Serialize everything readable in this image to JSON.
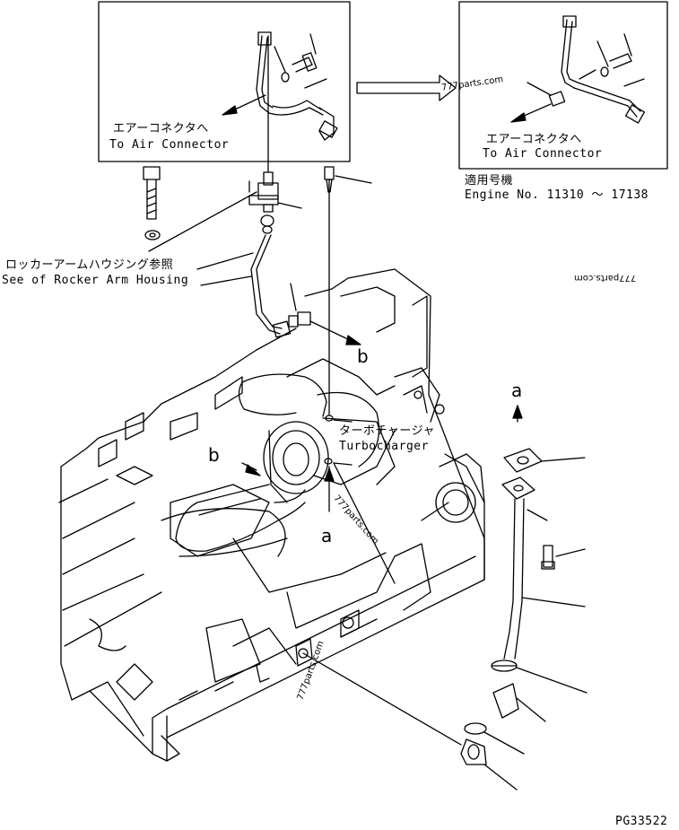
{
  "callouts": {
    "air_connector_ja_1": "エアーコネクタへ",
    "air_connector_en_1": "To Air Connector",
    "air_connector_ja_2": "エアーコネクタへ",
    "air_connector_en_2": "To Air Connector",
    "applicable_ja": "適用号機",
    "engine_no": "Engine No. 11310 〜 17138",
    "rocker_ja": "ロッカーアームハウジング参照",
    "rocker_en": "See of Rocker Arm Housing",
    "turbo_ja": "ターボチャージャ",
    "turbo_en": "Turbocharger"
  },
  "refs": {
    "a_top": "a",
    "a_mid": "a",
    "b_upper": "b",
    "b_left": "b"
  },
  "drawing_number": "PG33522",
  "watermarks": [
    "777parts.com",
    "777parts.com",
    "777parts.com",
    "777parts.com"
  ]
}
